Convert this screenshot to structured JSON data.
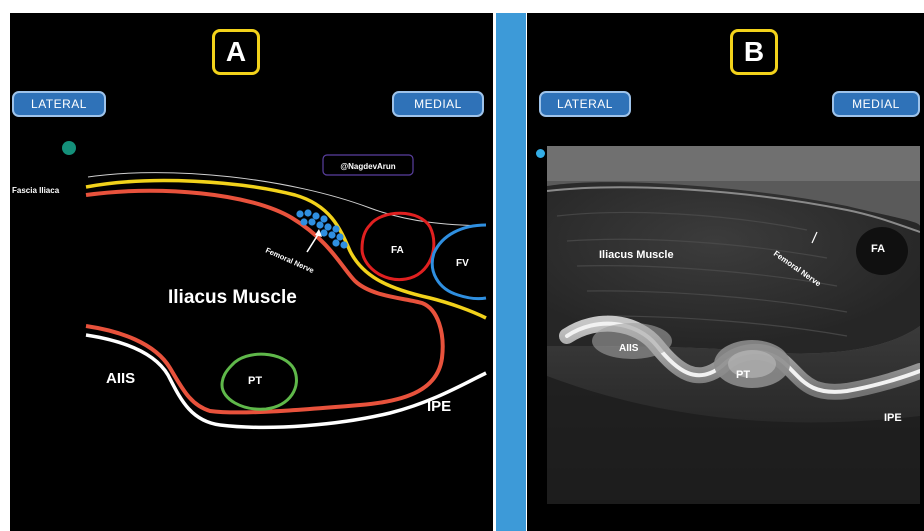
{
  "panel_a": {
    "letter": "A",
    "lateral": "LATERAL",
    "medial": "MEDIAL",
    "watermark": "@NagdevArun",
    "labels": {
      "fascia_iliaca": "Fascia Iliaca",
      "femoral_nerve": "Femoral Nerve",
      "fa": "FA",
      "fv": "FV",
      "iliacus_muscle": "Iliacus Muscle",
      "aiis": "AIIS",
      "pt": "PT",
      "ipe": "IPE"
    }
  },
  "panel_b": {
    "letter": "B",
    "lateral": "LATERAL",
    "medial": "MEDIAL",
    "labels": {
      "iliacus_muscle": "Iliacus Muscle",
      "femoral_nerve": "Femoral Nerve",
      "fa": "FA",
      "aiis": "AIIS",
      "pt": "PT",
      "ipe": "IPE"
    }
  },
  "colors": {
    "divider": "#3d9ad8",
    "frame": "#f2d21b",
    "pill": "#2f72b8",
    "fascia_red": "#e8523c",
    "fascia_yellow": "#f2d21b",
    "artery": "#e02020",
    "vein": "#2f8fe0",
    "nerve_dots": "#2f8fe0",
    "psoas_tendon": "#5fb84a",
    "marker_a": "#14907a",
    "marker_b": "#34aee6"
  }
}
